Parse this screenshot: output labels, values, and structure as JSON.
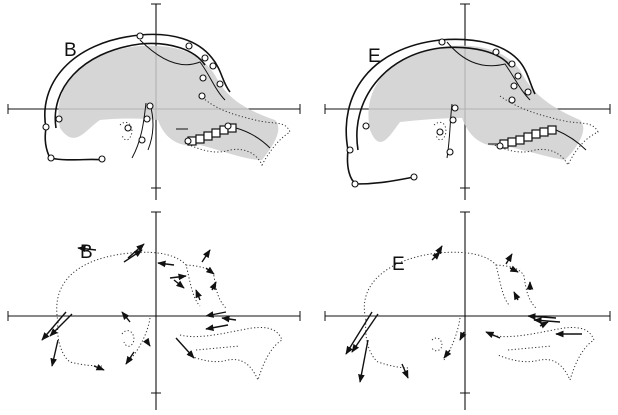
{
  "panels": {
    "top_left": {
      "label": "B"
    },
    "top_right": {
      "label": "E"
    },
    "bottom_left": {
      "label": "B"
    },
    "bottom_right": {
      "label": "E"
    }
  },
  "figure_type": "morphometric skull comparison with landmark displacement vectors",
  "icons": [
    "skull-outline-icon",
    "displacement-arrow-icon",
    "landmark-circle-icon"
  ],
  "colors": {
    "ink": "#111111",
    "stipple": "#cfcfcf",
    "background": "#ffffff"
  }
}
